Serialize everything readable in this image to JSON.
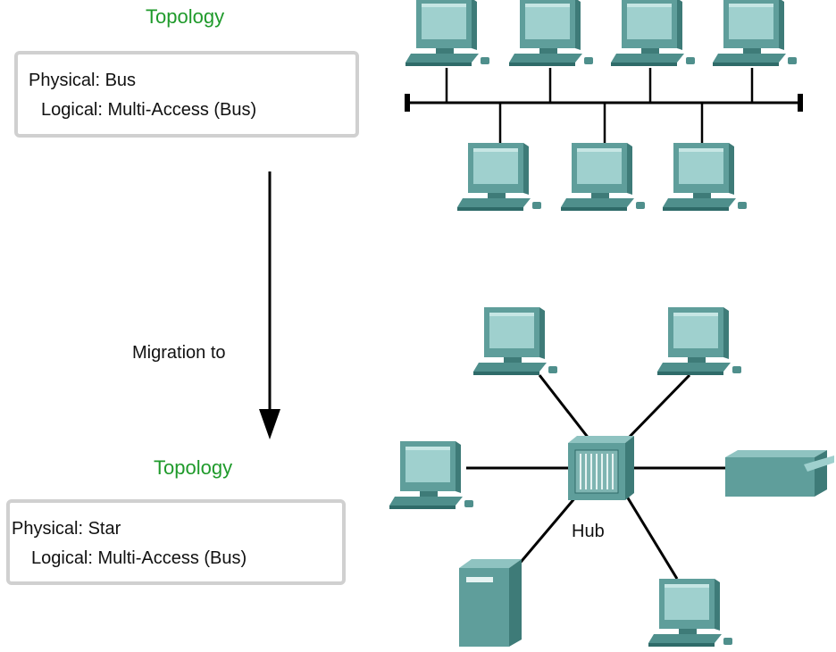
{
  "top": {
    "heading": "Topology",
    "physical": "Physical: Bus",
    "logical": "Logical: Multi-Access (Bus)"
  },
  "migration_label": "Migration to",
  "bottom": {
    "heading": "Topology",
    "physical": "Physical: Star",
    "logical": "Logical: Multi-Access (Bus)"
  },
  "hub_label": "Hub",
  "colors": {
    "heading": "#1f9a2b",
    "device": "#4f8f8c",
    "device_light": "#8fc3c1",
    "device_dark": "#2f6b69",
    "cable": "#000000",
    "box_border": "#d0d0d0"
  }
}
